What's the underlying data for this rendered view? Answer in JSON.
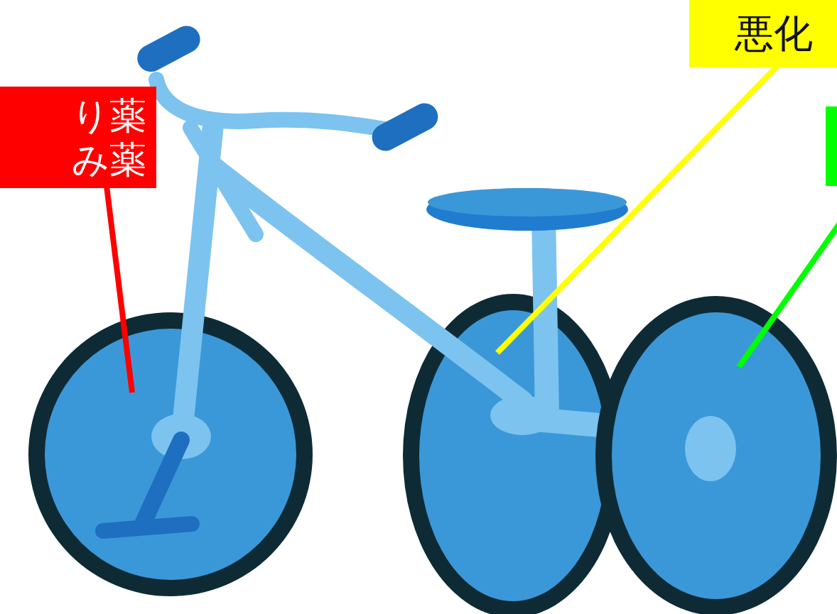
{
  "diagram": {
    "nodes": [
      {
        "text": [
          "り薬",
          "み薬"
        ]
      },
      {
        "text": [
          "悪化"
        ]
      }
    ]
  }
}
